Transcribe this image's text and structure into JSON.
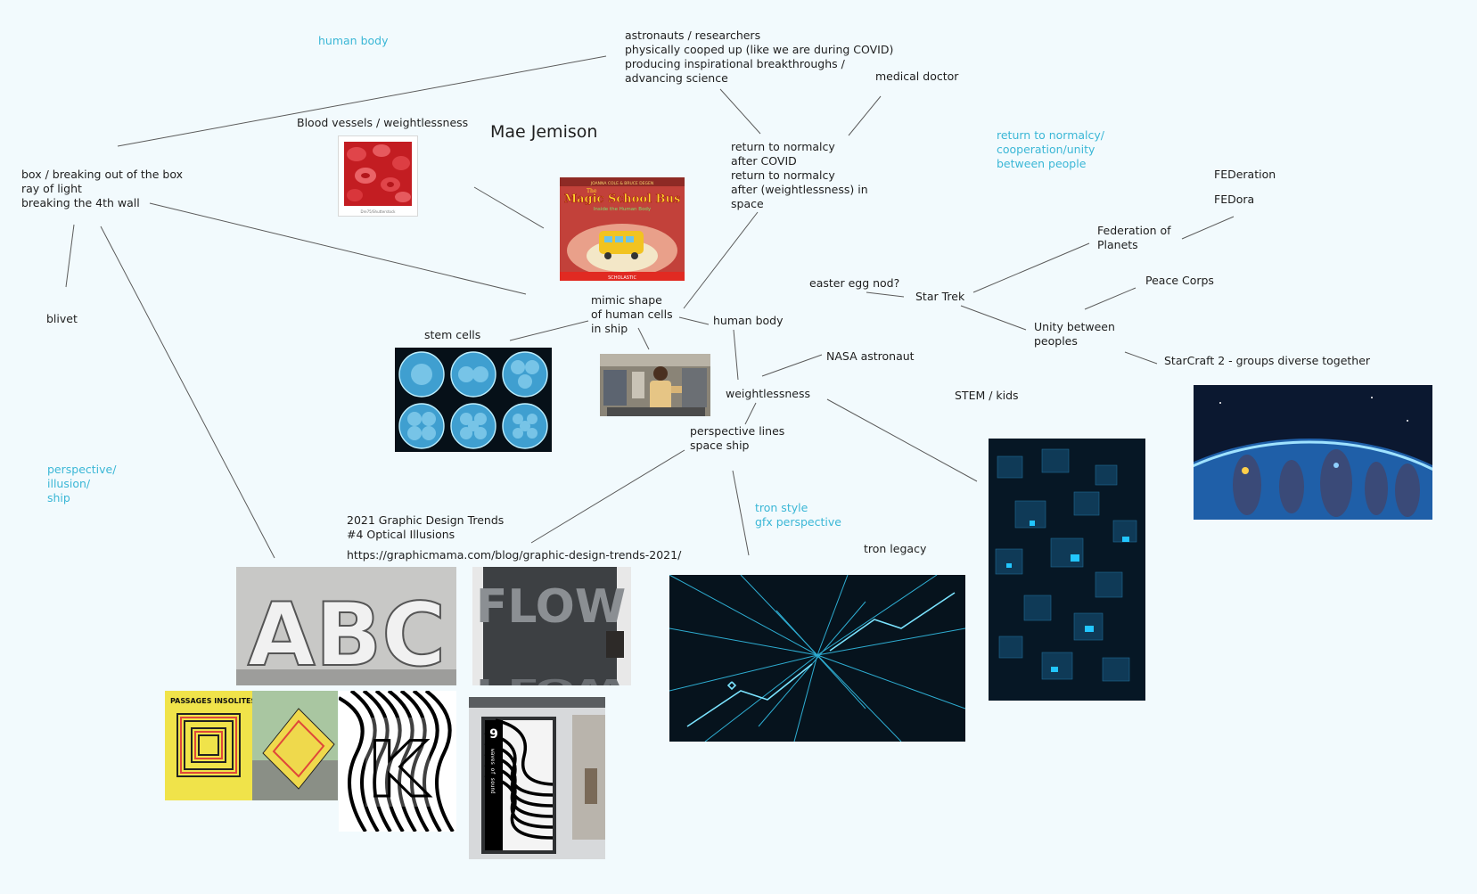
{
  "title": "Mae Jemison",
  "notes": {
    "human_body_top": "human body",
    "astronauts": "astronauts / researchers\nphysically cooped up (like we are during COVID)\nproducing inspirational breakthroughs /\nadvancing science",
    "medical_doctor": "medical doctor",
    "blood_vessels": "Blood vessels / weightlessness",
    "box": "box / breaking out of the box\nray of light\nbreaking the 4th wall",
    "return_normalcy": "return to normalcy\nafter COVID\nreturn to normalcy\nafter (weightlessness) in\nspace",
    "return_unity": "return to normalcy/\ncooperation/unity\nbetween people",
    "federation_word": "FEDeration",
    "fedora": "FEDora",
    "federation": "Federation of\nPlanets",
    "easter_egg": "easter egg nod?",
    "star_trek": "Star Trek",
    "peace_corps": "Peace Corps",
    "blivet": "blivet",
    "stem_cells": "stem cells",
    "mimic": "mimic shape\nof human cells\nin ship",
    "human_body": "human body",
    "unity": "Unity between\npeoples",
    "starcraft": "StarCraft 2 - groups diverse together",
    "nasa": "NASA astronaut",
    "weightlessness": "weightlessness",
    "stem_kids": "STEM / kids",
    "perspective_lines": "perspective lines\nspace ship",
    "perspective_illusion": "perspective/\nillusion/\nship",
    "trends": "2021 Graphic Design Trends\n#4 Optical Illusions",
    "tron_style": "tron style\ngfx perspective",
    "tron_legacy": "tron legacy",
    "url": "https://graphicmama.com/blog/graphic-design-trends-2021/"
  },
  "images": {
    "blood_caption": "Dre75/Shutterstock",
    "book_author": "JOANNA COLE & BRUCE DEGEN",
    "book_title_line1": "The",
    "book_title_line2": "Magic School Bus",
    "book_subtitle": "Inside the Human Body",
    "book_publisher": "SCHOLASTIC",
    "abc": "ABC",
    "flow": "FLOW",
    "passages": "PASSAGES\nINSOLITES",
    "k": "K",
    "poster_number": "9",
    "poster_text": "waves of sound"
  },
  "colors": {
    "background": "#f2fafd",
    "accent_note": "#3bb7d6",
    "connector": "#5b5b5b"
  }
}
